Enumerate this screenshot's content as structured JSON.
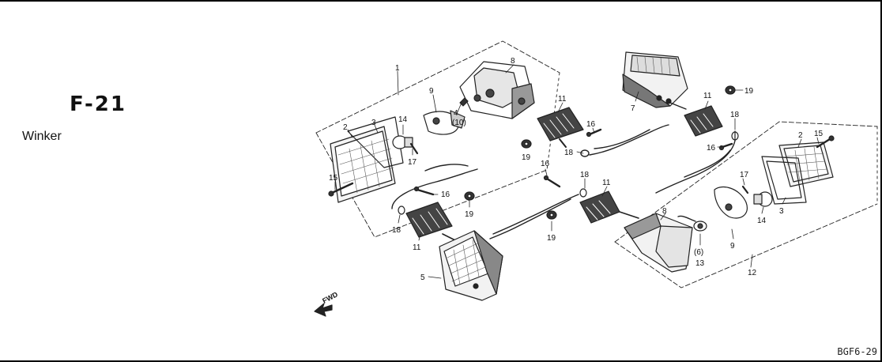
{
  "header": {
    "section_code": "F-21",
    "section_title": "Winker"
  },
  "footer": {
    "drawing_code": "BGF6-29"
  },
  "diagram": {
    "fwd_label": "FWD",
    "callouts": {
      "c1": "1",
      "c2a": "2",
      "c3a": "3",
      "c4": "4",
      "c10": "(10)",
      "c8a": "8",
      "c9a": "9",
      "c14a": "14",
      "c17a": "17",
      "c15a": "15",
      "c11a": "11",
      "c16a": "16",
      "c18a": "18",
      "c19a": "19",
      "c7": "7",
      "c11b": "11",
      "c19b": "19",
      "c18b": "18",
      "c16b": "16",
      "c15b": "15",
      "c2b": "2",
      "c3b": "3",
      "c14b": "14",
      "c17b": "17",
      "c9b": "9",
      "c8b": "8",
      "c6": "(6)",
      "c13": "13",
      "c12": "12",
      "c16c": "16",
      "c18c": "18",
      "c11c": "11",
      "c19c": "19",
      "c16d": "16",
      "c19d": "19",
      "c18d": "18",
      "c11d": "11",
      "c5": "5"
    }
  }
}
